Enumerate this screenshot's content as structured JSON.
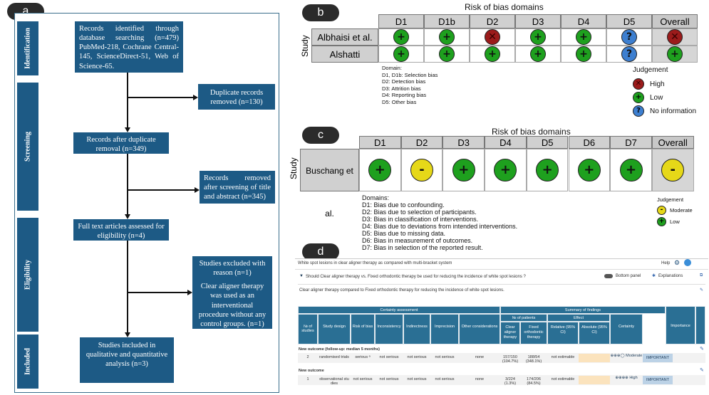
{
  "panels": {
    "a": "a",
    "b": "b",
    "c": "c",
    "d": "d"
  },
  "flow": {
    "stages": [
      "Identification",
      "Screening",
      "Eligibility",
      "Included"
    ],
    "identified": "Records identified through database searching (n=479) PubMed-218, Cochrane Central-145, ScienceDirect-51, Web of Science-65.",
    "duplicates": "Duplicate records removed (n=130)",
    "after_dup": "Records after duplicate removal (n=349)",
    "removed_screen": "Records removed after screening of title and abstract (n=345)",
    "fulltext": "Full text articles assessed for eligibility (n=4)",
    "excluded_1": "Studies excluded with reason (n=1)",
    "excluded_2": "Clear aligner therapy was used as an interventional procedure without any control groups. (n=1)",
    "included": "Studies included in qualitative and quantitative analysis (n=3)"
  },
  "rob_b": {
    "title": "Risk of bias domains",
    "study_axis": "Study",
    "headers": [
      "D1",
      "D1b",
      "D2",
      "D3",
      "D4",
      "D5",
      "Overall"
    ],
    "rows": [
      {
        "study": "Albhaisi et al.",
        "judgements": [
          "+",
          "+",
          "x",
          "+",
          "+",
          "?",
          "x"
        ]
      },
      {
        "study": "Alshatti",
        "judgements": [
          "+",
          "+",
          "+",
          "+",
          "+",
          "?",
          "+"
        ]
      }
    ],
    "domains_title": "Domain:",
    "domains": [
      "D1, D1b: Selection bias",
      "D2: Detection bias",
      "D3: Attrition bias",
      "D4: Reporting bias",
      "D5: Other bias"
    ],
    "judgement_title": "Judgement",
    "legend": [
      {
        "sym": "x",
        "label": "High"
      },
      {
        "sym": "+",
        "label": "Low"
      },
      {
        "sym": "?",
        "label": "No information"
      }
    ]
  },
  "rob_c": {
    "title": "Risk of bias domains",
    "study_axis": "Study",
    "headers": [
      "D1",
      "D2",
      "D3",
      "D4",
      "D5",
      "D6",
      "D7",
      "Overall"
    ],
    "row": {
      "study": "Buschang et al.",
      "judgements": [
        "+",
        "-",
        "+",
        "+",
        "+",
        "+",
        "+",
        "-"
      ]
    },
    "domains_title": "Domains:",
    "domains": [
      "D1: Bias due to confounding.",
      "D2: Bias due to selection of participants.",
      "D3: Bias in classification of interventions.",
      "D4: Bias due to deviations from intended interventions.",
      "D5: Bias due to missing data.",
      "D6: Bias in measurement of outcomes.",
      "D7: Bias in selection of the reported result."
    ],
    "judgement_title": "Judgement",
    "legend": [
      {
        "sym": "-",
        "label": "Moderate"
      },
      {
        "sym": "+",
        "label": "Low"
      }
    ]
  },
  "grade": {
    "header_title": "White spot lesions in clear aligner therapy as compared with multi-bracket system",
    "help": "Help",
    "question": "Should Clear aligner therapy vs. Fixed orthodontic therapy be used for reducing the incidence of white spot lesions ?",
    "bottom_panel": "Bottom panel",
    "explanations": "Explanations",
    "subtitle": "Clear aligner therapy compared to Fixed orthodontic therapy for reducing the incidence of white spot lesions.",
    "certainty_assessment": "Certainty assessment",
    "summary_of_findings": "Summary of findings",
    "no_patients": "№ of patients",
    "effect": "Effect",
    "columns": [
      "№ of studies",
      "Study design",
      "Risk of bias",
      "Inconsistency",
      "Indirectness",
      "Imprecision",
      "Other considerations",
      "Clear aligner therapy",
      "Fixed orthodontic therapy",
      "Relative (95% CI)",
      "Absolute (95% CI)",
      "Certainty",
      "Importance"
    ],
    "outcomes": [
      {
        "label": "New outcome (follow-up: median 5 months)",
        "cells": [
          "2",
          "randomised trials",
          "serious ᵃ",
          "not serious",
          "not serious",
          "not serious",
          "none",
          "157/150 (104.7%)",
          "188/54 (348.1%)",
          "not estimable",
          "",
          "⊕⊕⊕◯ Moderate",
          "IMPORTANT"
        ]
      },
      {
        "label": "New outcome",
        "cells": [
          "1",
          "observational stu dies",
          "not serious",
          "not serious",
          "not serious",
          "not serious",
          "none",
          "3/224 (1.3%)",
          "174/206 (84.5%)",
          "not estimable",
          "",
          "⊕⊕⊕⊕ High",
          "IMPORTANT"
        ]
      }
    ]
  }
}
